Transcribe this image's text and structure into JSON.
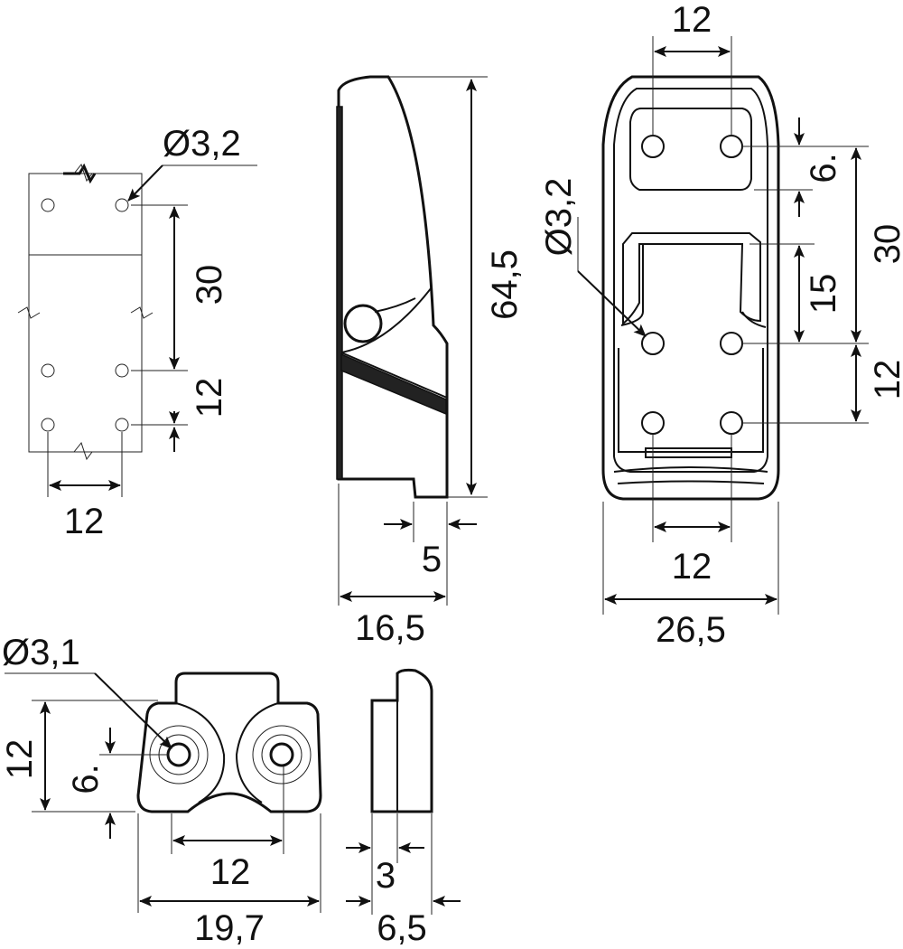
{
  "mounting_plate": {
    "hole_diameter": "Ø3,2",
    "vertical_spacing": "30",
    "lower_spacing": "12",
    "horizontal_spacing": "12"
  },
  "side_view": {
    "height": "64,5",
    "tip": "5",
    "depth": "16,5"
  },
  "front_view": {
    "top_spacing": "12",
    "hole_diameter": "Ø3,2",
    "offset": "6.",
    "spacing_15": "15",
    "spacing_30": "30",
    "spacing_12_right": "12",
    "bottom_spacing": "12",
    "width": "26,5"
  },
  "catch_plate": {
    "hole_diameter": "Ø3,1",
    "height": "12",
    "offset": "6.",
    "hole_spacing": "12",
    "width": "19,7"
  },
  "catch_side": {
    "thickness": "3",
    "depth": "6,5"
  }
}
